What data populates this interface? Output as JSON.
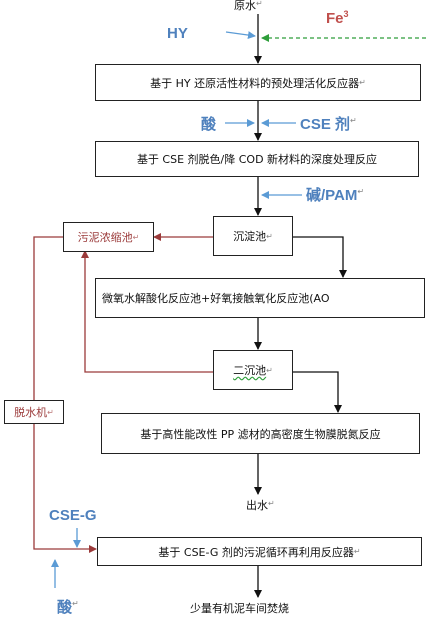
{
  "colors": {
    "reagent_text": "#4f81bd",
    "fe_text": "#c0504d",
    "sludge_line": "#9b3a3a",
    "process_line": "#111111",
    "reagent_arrow": "#5b9bd5",
    "fe_arrow": "#2e9e3a"
  },
  "mark": "↵",
  "nodes": {
    "raw_water": "原水",
    "reactor1": "基于 HY 还原活性材料的预处理活化反应器",
    "reactor2": "基于 CSE 剂脱色/降 COD 新材料的深度处理反应",
    "settling_tank": "沉淀池",
    "sludge_thickener": "污泥浓缩池",
    "ao_tank": "微氧水解酸化反应池+好氧接触氧化反应池(AO",
    "secondary_settling": "二沉池",
    "dewatering": "脱水机",
    "denitrification": "基于高性能改性 PP 滤材的高密度生物膜脱氮反应",
    "effluent": "出水",
    "sludge_reactor": "基于 CSE-G 剂的污泥循环再利用反应器",
    "incineration": "少量有机泥车间焚烧"
  },
  "reagents": {
    "hy": "HY",
    "fe": "Fe",
    "fe_sup": "3",
    "acid1": "酸",
    "cse": "CSE 剂",
    "alkali_pam": "碱/PAM",
    "cse_g": "CSE-G",
    "acid2": "酸"
  }
}
